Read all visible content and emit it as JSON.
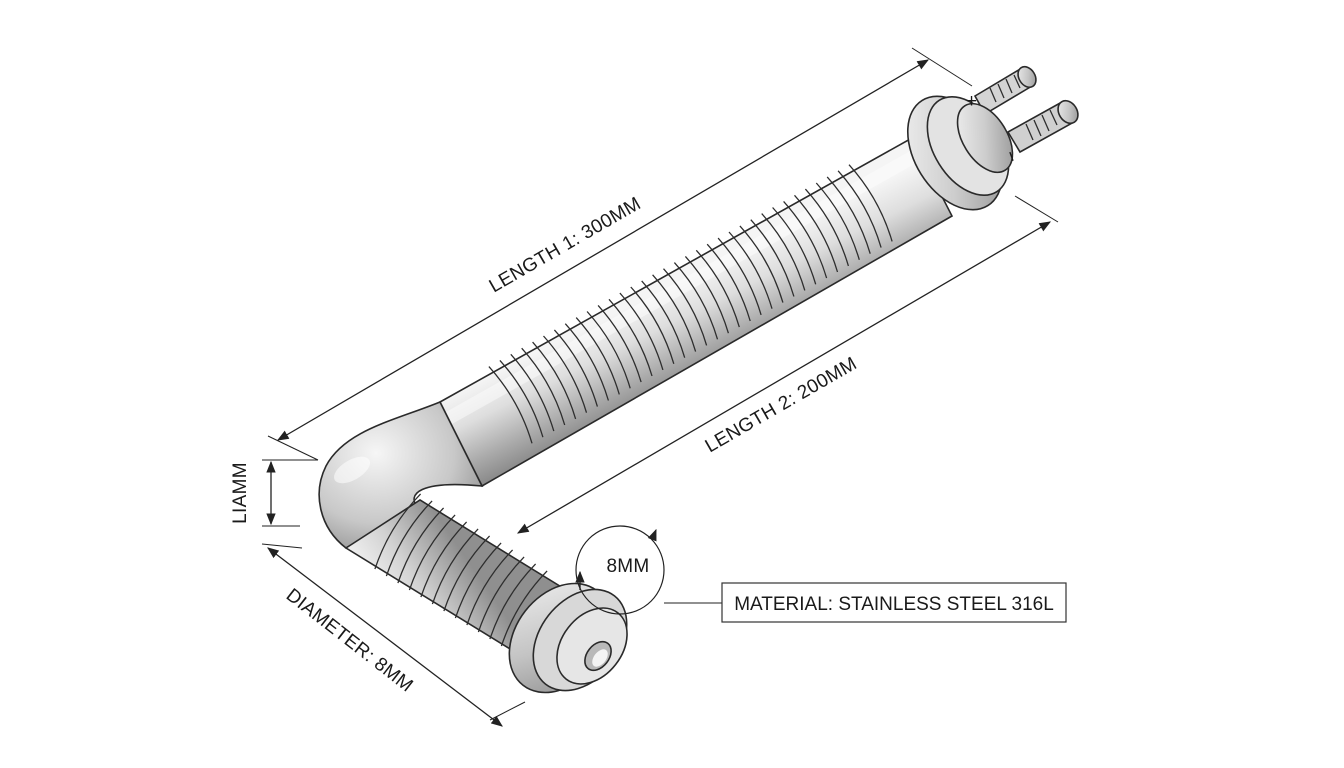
{
  "dimensions": {
    "length1": "LENGTH 1: 300MM",
    "length2": "LENGTH 2: 200MM",
    "diameter": "DIAMETER: 8MM",
    "height": "LIAMM",
    "end_diameter": "8MM"
  },
  "callout": {
    "material": "MATERIAL: STAINLESS STEEL 316L"
  },
  "terminals": {
    "positive": "+",
    "negative": "−"
  },
  "colors": {
    "steel_light": "#f2f2f2",
    "steel_mid": "#c9c9c9",
    "steel_dark": "#8d8d8d",
    "line": "#222222"
  }
}
